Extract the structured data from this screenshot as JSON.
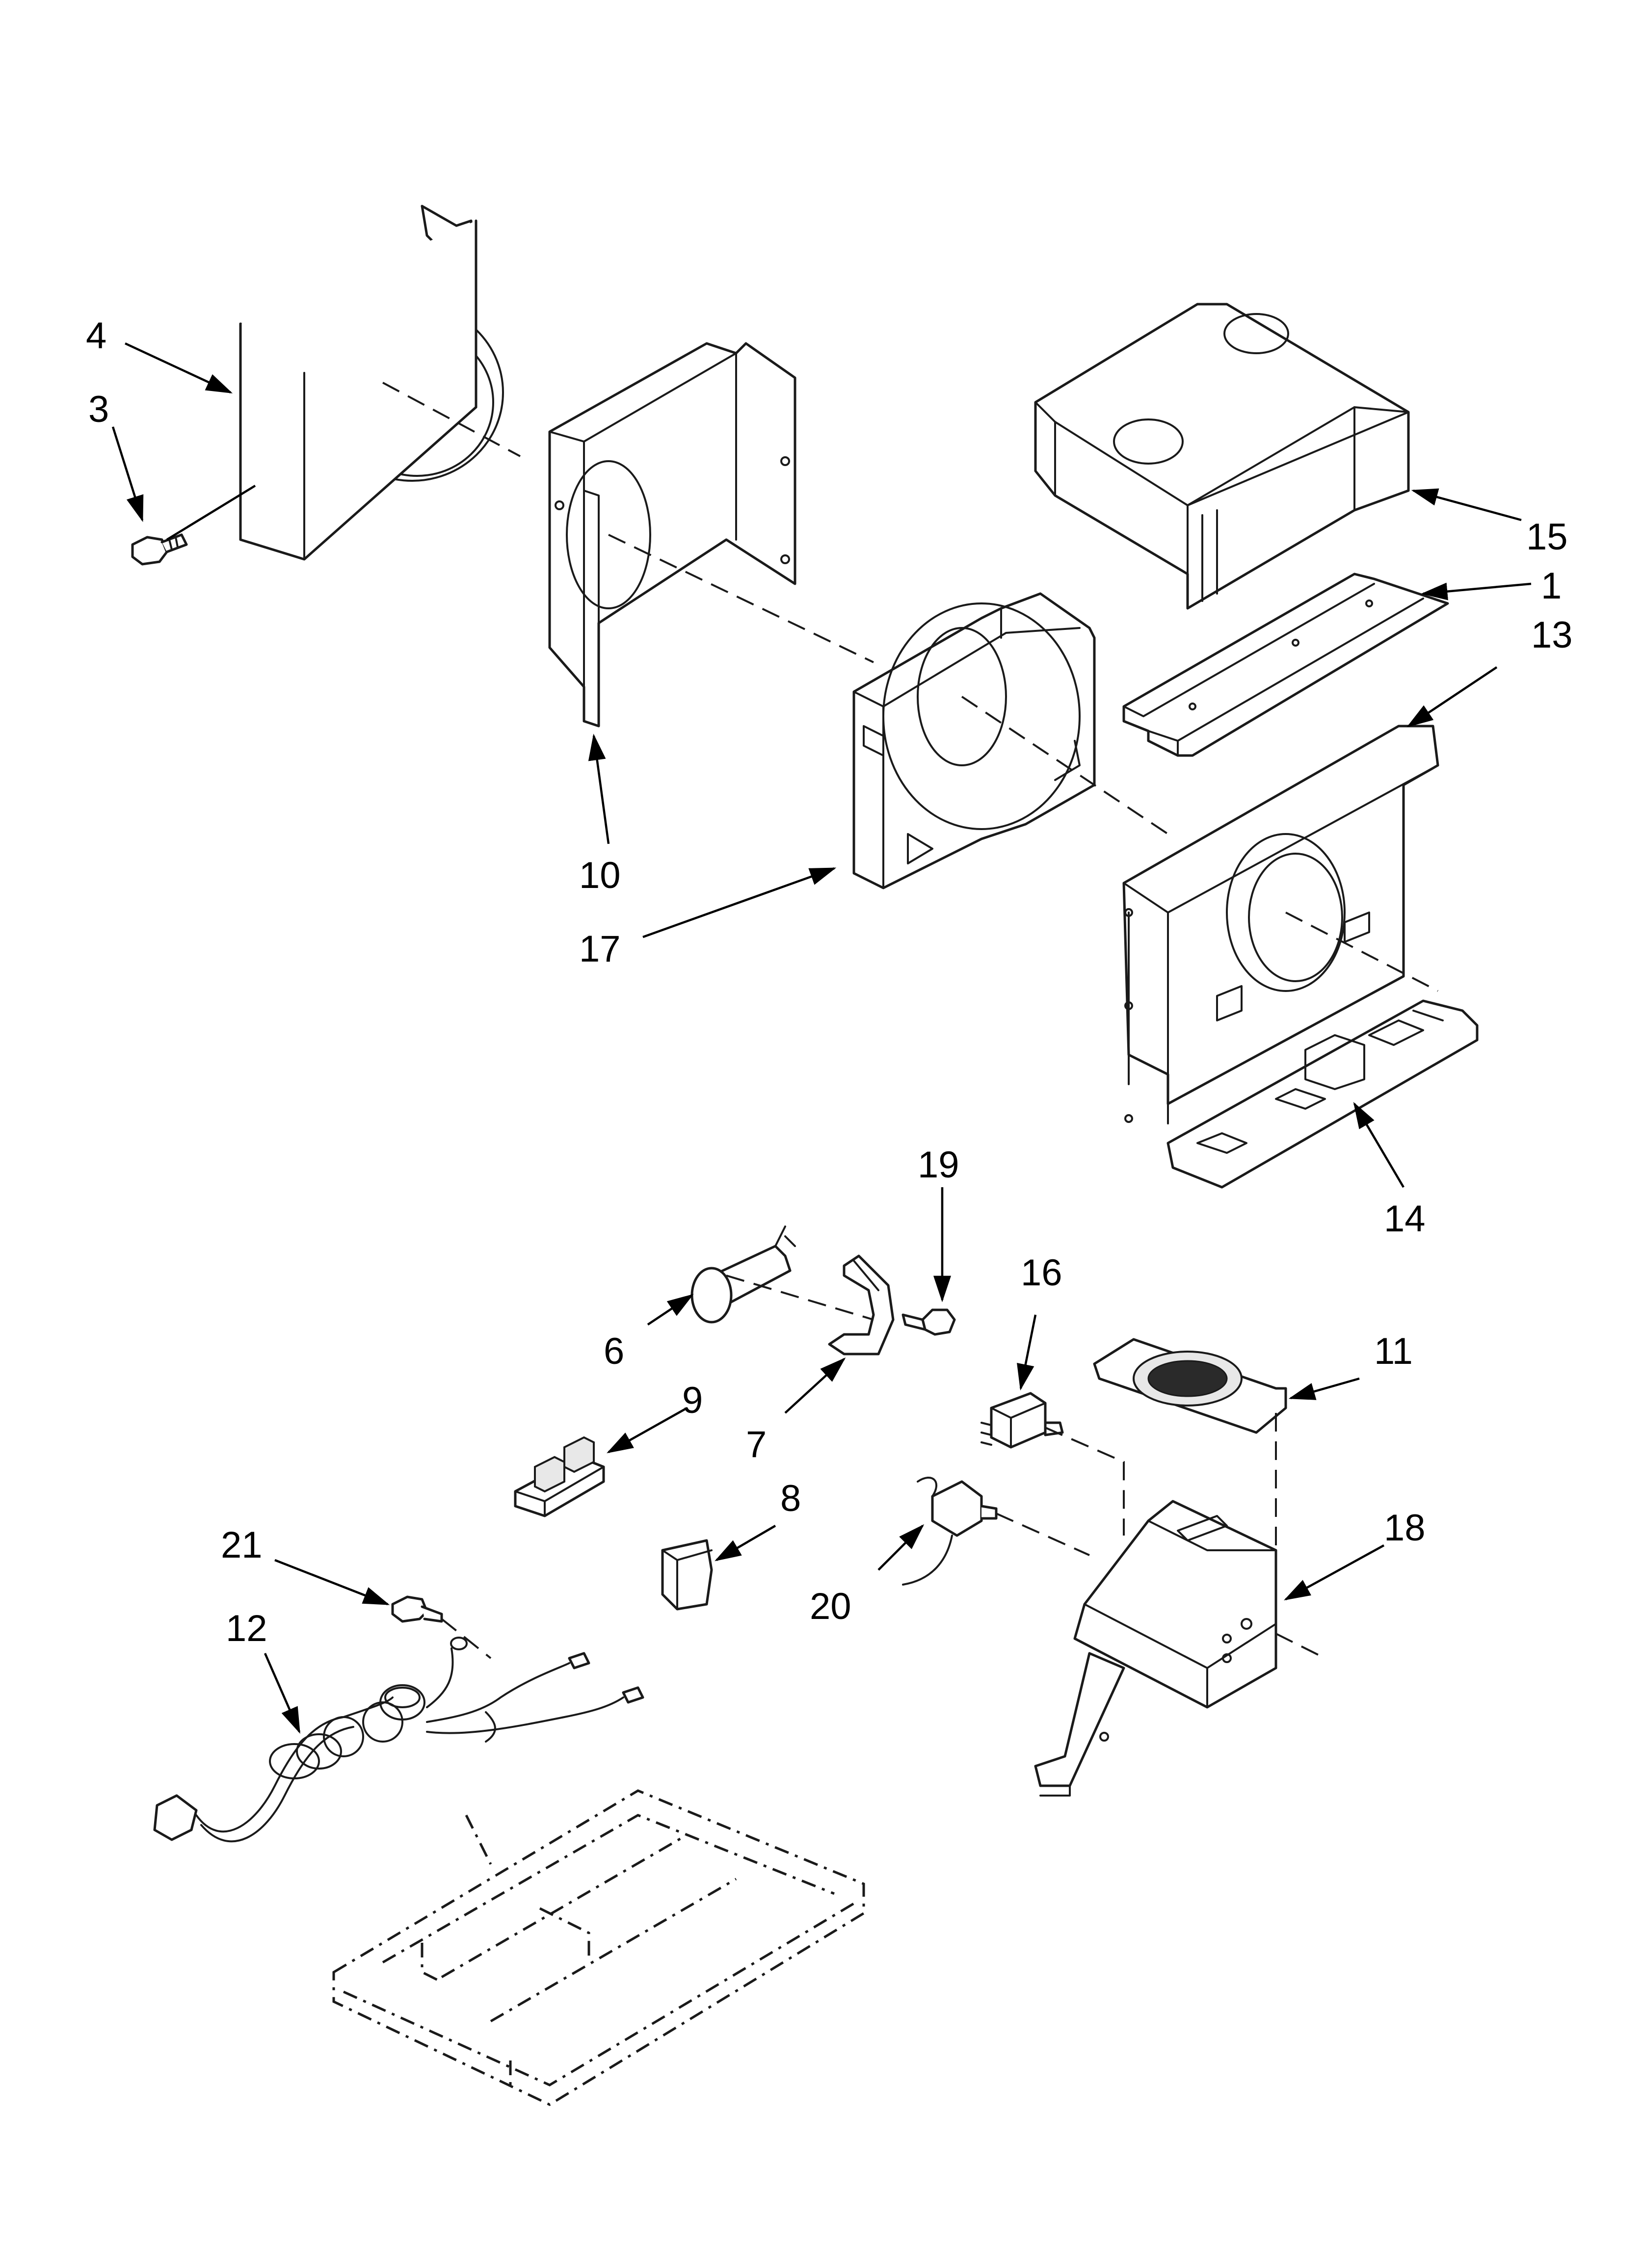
{
  "callouts": [
    {
      "id": "c1",
      "label": "1"
    },
    {
      "id": "c3",
      "label": "3"
    },
    {
      "id": "c4",
      "label": "4"
    },
    {
      "id": "c6",
      "label": "6"
    },
    {
      "id": "c7",
      "label": "7"
    },
    {
      "id": "c8",
      "label": "8"
    },
    {
      "id": "c9",
      "label": "9"
    },
    {
      "id": "c10",
      "label": "10"
    },
    {
      "id": "c11",
      "label": "11"
    },
    {
      "id": "c12",
      "label": "12"
    },
    {
      "id": "c13",
      "label": "13"
    },
    {
      "id": "c14",
      "label": "14"
    },
    {
      "id": "c15",
      "label": "15"
    },
    {
      "id": "c16",
      "label": "16"
    },
    {
      "id": "c17",
      "label": "17"
    },
    {
      "id": "c18",
      "label": "18"
    },
    {
      "id": "c19",
      "label": "19"
    },
    {
      "id": "c20",
      "label": "20"
    },
    {
      "id": "c21",
      "label": "21"
    }
  ],
  "colors": {
    "line": "#1a1a1a",
    "background": "#ffffff"
  }
}
